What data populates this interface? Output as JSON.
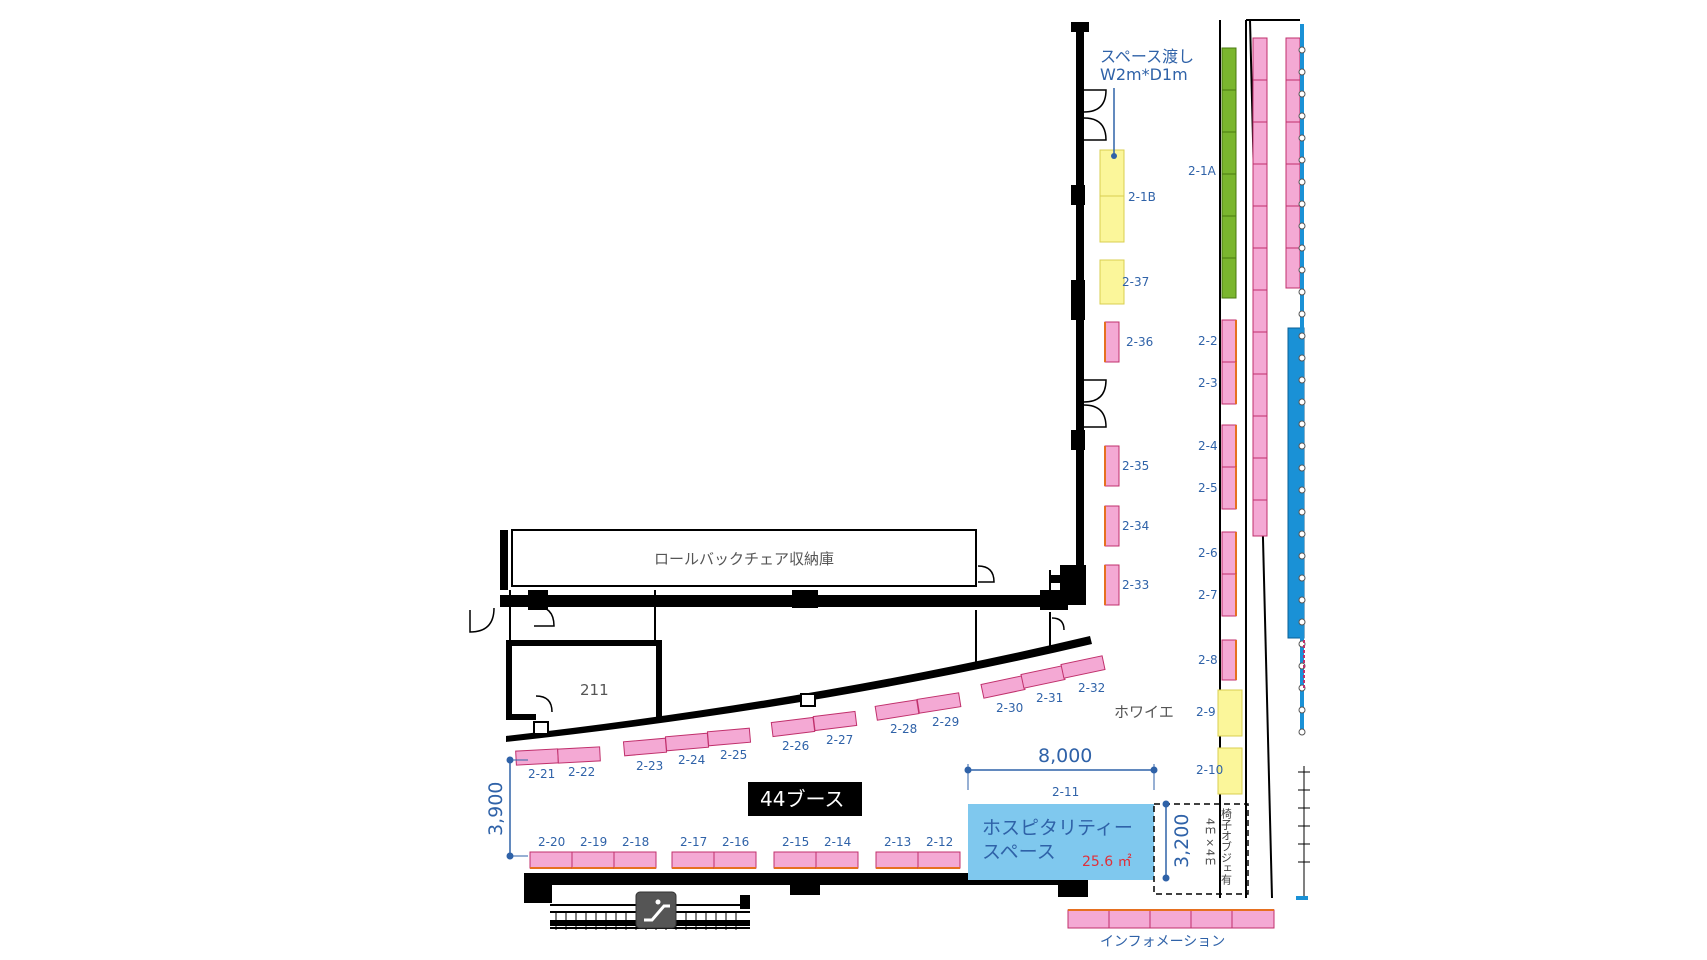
{
  "colors": {
    "wall": "#000000",
    "booth_pink": "#f4a9d4",
    "booth_edge": "#c0306c",
    "booth_yellow": "#fbf69a",
    "booth_green": "#7ab62e",
    "booth_blue": "#1a91d6",
    "hospitality": "#7fc8ee",
    "label": "#2f62a8",
    "area_red": "#e0303a"
  },
  "title_box": "44ブース",
  "room_labels": {
    "storage": "ロールバックチェア収納庫",
    "room211": "211",
    "foyer": "ホワイエ",
    "information": "インフォメーション"
  },
  "space_note": {
    "line1": "スペース渡し",
    "line2": "W2m*D1m"
  },
  "hospitality": {
    "line1": "ホスピタリティー",
    "line2": "スペース",
    "area": "25.6 ㎡"
  },
  "chair_note": {
    "text": "椅子オブジェ有",
    "size": "4ｍ×4ｍ"
  },
  "dimensions": {
    "width": "8,000",
    "depth_left": "3,900",
    "depth_right": "3,200"
  },
  "escalator_icon": "escalator-icon",
  "booths": {
    "b2_1A": "2-1A",
    "b2_1B": "2-1B",
    "b2_2": "2-2",
    "b2_3": "2-3",
    "b2_4": "2-4",
    "b2_5": "2-5",
    "b2_6": "2-6",
    "b2_7": "2-7",
    "b2_8": "2-8",
    "b2_9": "2-9",
    "b2_10": "2-10",
    "b2_11": "2-11",
    "b2_12": "2-12",
    "b2_13": "2-13",
    "b2_14": "2-14",
    "b2_15": "2-15",
    "b2_16": "2-16",
    "b2_17": "2-17",
    "b2_18": "2-18",
    "b2_19": "2-19",
    "b2_20": "2-20",
    "b2_21": "2-21",
    "b2_22": "2-22",
    "b2_23": "2-23",
    "b2_24": "2-24",
    "b2_25": "2-25",
    "b2_26": "2-26",
    "b2_27": "2-27",
    "b2_28": "2-28",
    "b2_29": "2-29",
    "b2_30": "2-30",
    "b2_31": "2-31",
    "b2_32": "2-32",
    "b2_33": "2-33",
    "b2_34": "2-34",
    "b2_35": "2-35",
    "b2_36": "2-36",
    "b2_37": "2-37"
  }
}
